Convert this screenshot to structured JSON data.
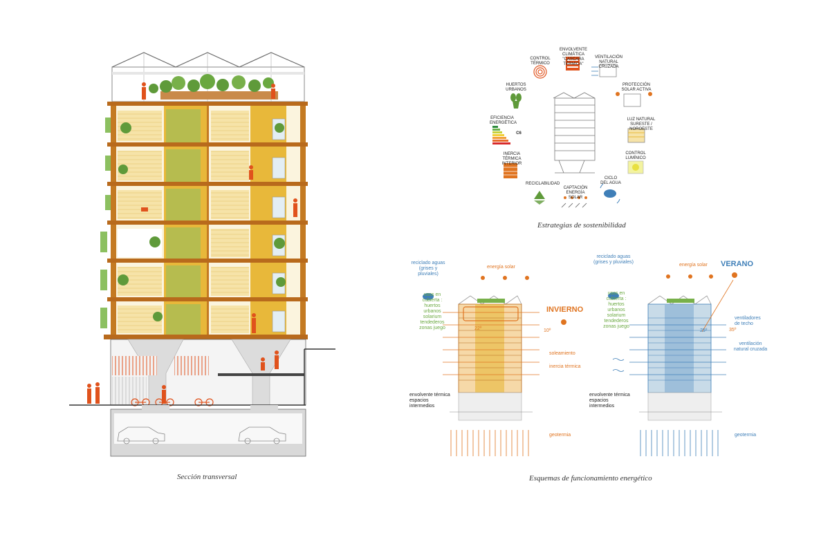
{
  "captions": {
    "section": "Sección transversal",
    "strategies": "Estrategias de sostenibilidad",
    "energy": "Esquemas de funcionamiento energético"
  },
  "colors": {
    "wood": "#e8b83a",
    "floor_slab": "#b86a1c",
    "plant": "#5f9a3a",
    "people": "#e0521c",
    "winter": "#e07420",
    "summer": "#3f7fb8",
    "concrete": "#d9d9d9"
  },
  "strategies": [
    {
      "key": "control-termico",
      "label": "CONTROL TÉRMICO",
      "icon": "target-icon"
    },
    {
      "key": "envolvente",
      "label": "ENVOLVENTE CLIMÁTICA \"CASCARA TÉRMICA\"",
      "icon": "envelope-icon"
    },
    {
      "key": "ventilacion",
      "label": "VENTILACIÓN NATURAL CRUZADA",
      "icon": "wind-icon"
    },
    {
      "key": "proteccion",
      "label": "PROTECCIÓN SOLAR ACTIVA",
      "icon": "sun-shade-icon"
    },
    {
      "key": "luz",
      "label": "LUZ NATURAL SURESTE / NOROESTE",
      "icon": "daylight-icon"
    },
    {
      "key": "control-luminico",
      "label": "CONTROL LUMÍNICO",
      "icon": "bulb-icon"
    },
    {
      "key": "agua",
      "label": "CICLO DEL AGUA",
      "icon": "rain-cloud-icon"
    },
    {
      "key": "captacion",
      "label": "CAPTACIÓN ENERGÍA SOLAR",
      "icon": "solar-panel-icon"
    },
    {
      "key": "reciclabilidad",
      "label": "RECICLABILIDAD",
      "icon": "recycle-icon"
    },
    {
      "key": "inercia",
      "label": "INERCIA TÉRMICA INTERIOR",
      "icon": "thermal-mass-icon"
    },
    {
      "key": "eficiencia",
      "label": "EFICIENCIA ENERGÉTICA",
      "icon": "energy-rating-icon"
    },
    {
      "key": "huertos",
      "label": "HUERTOS URBANOS",
      "icon": "plant-pot-icon"
    }
  ],
  "energy_rating": "C6",
  "winter": {
    "title": "INVIERNO",
    "reciclado": "reciclado aguas (grises y pluviales)",
    "energia_solar": "energía solar",
    "usos_lines": [
      "usos en cubierta :",
      "huertos urbanos",
      "solarium",
      "tendederos",
      "zonas juego"
    ],
    "temp_in": "22º",
    "temp_out": "10º",
    "soleamiento": "soleamiento",
    "inercia": "inercia térmica",
    "envolvente": "envolvente térmica espacios intermedios",
    "geotermia": "geotermia"
  },
  "summer": {
    "title": "VERANO",
    "reciclado": "reciclado aguas (grises y pluviales)",
    "energia_solar": "energía solar",
    "usos_lines": [
      "usos en cubierta :",
      "huertos urbanos",
      "solarium",
      "tendederos",
      "zonas juego"
    ],
    "temp_in": "25º",
    "temp_out": "35º",
    "ventiladores": "ventiladores de techo",
    "ventilacion": "ventilación natural cruzada",
    "envolvente": "envolvente térmica espacios intermedios",
    "geotermia": "geotermia"
  }
}
